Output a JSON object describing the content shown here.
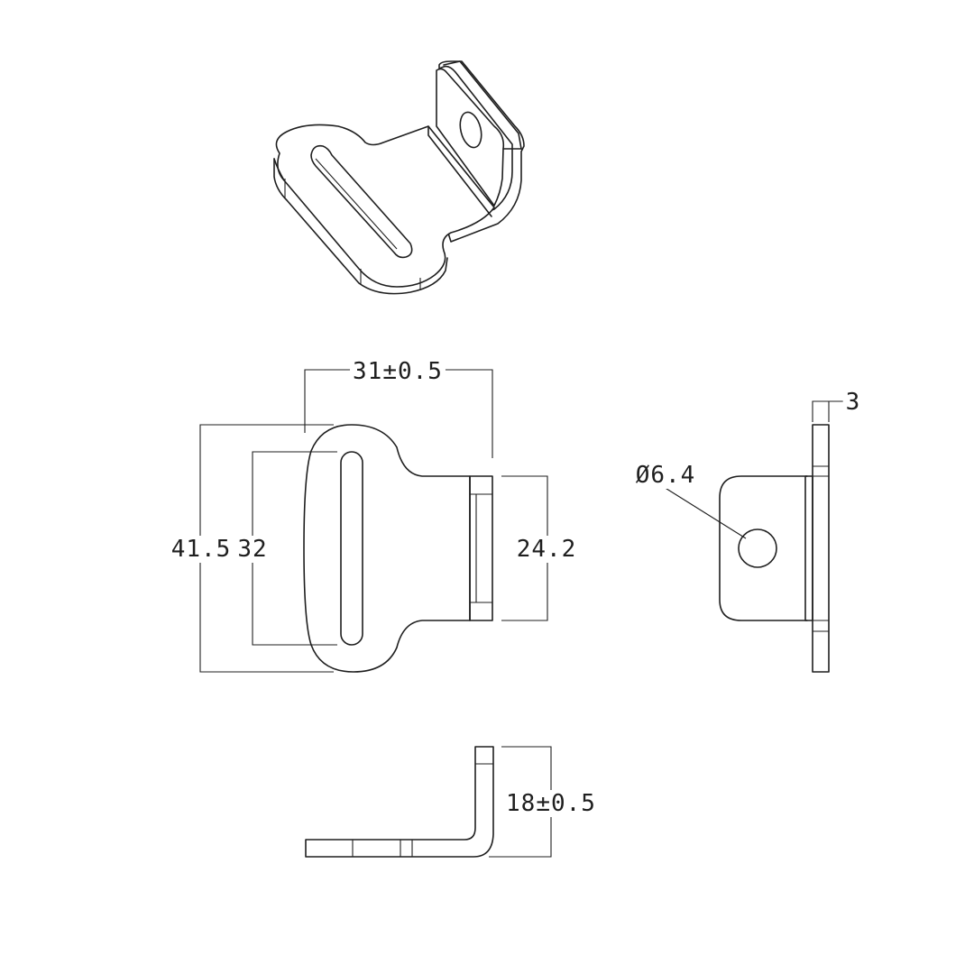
{
  "drawing": {
    "colors": {
      "line": "#1f1f1f",
      "background": "#ffffff"
    },
    "dimensions": {
      "top_width": "31±0.5",
      "overall_height": "41.5",
      "slot_length": "32",
      "tab_width": "24.2",
      "thickness": "3",
      "hole_diameter": "Ø6.4",
      "bend_height": "18±0.5"
    }
  }
}
